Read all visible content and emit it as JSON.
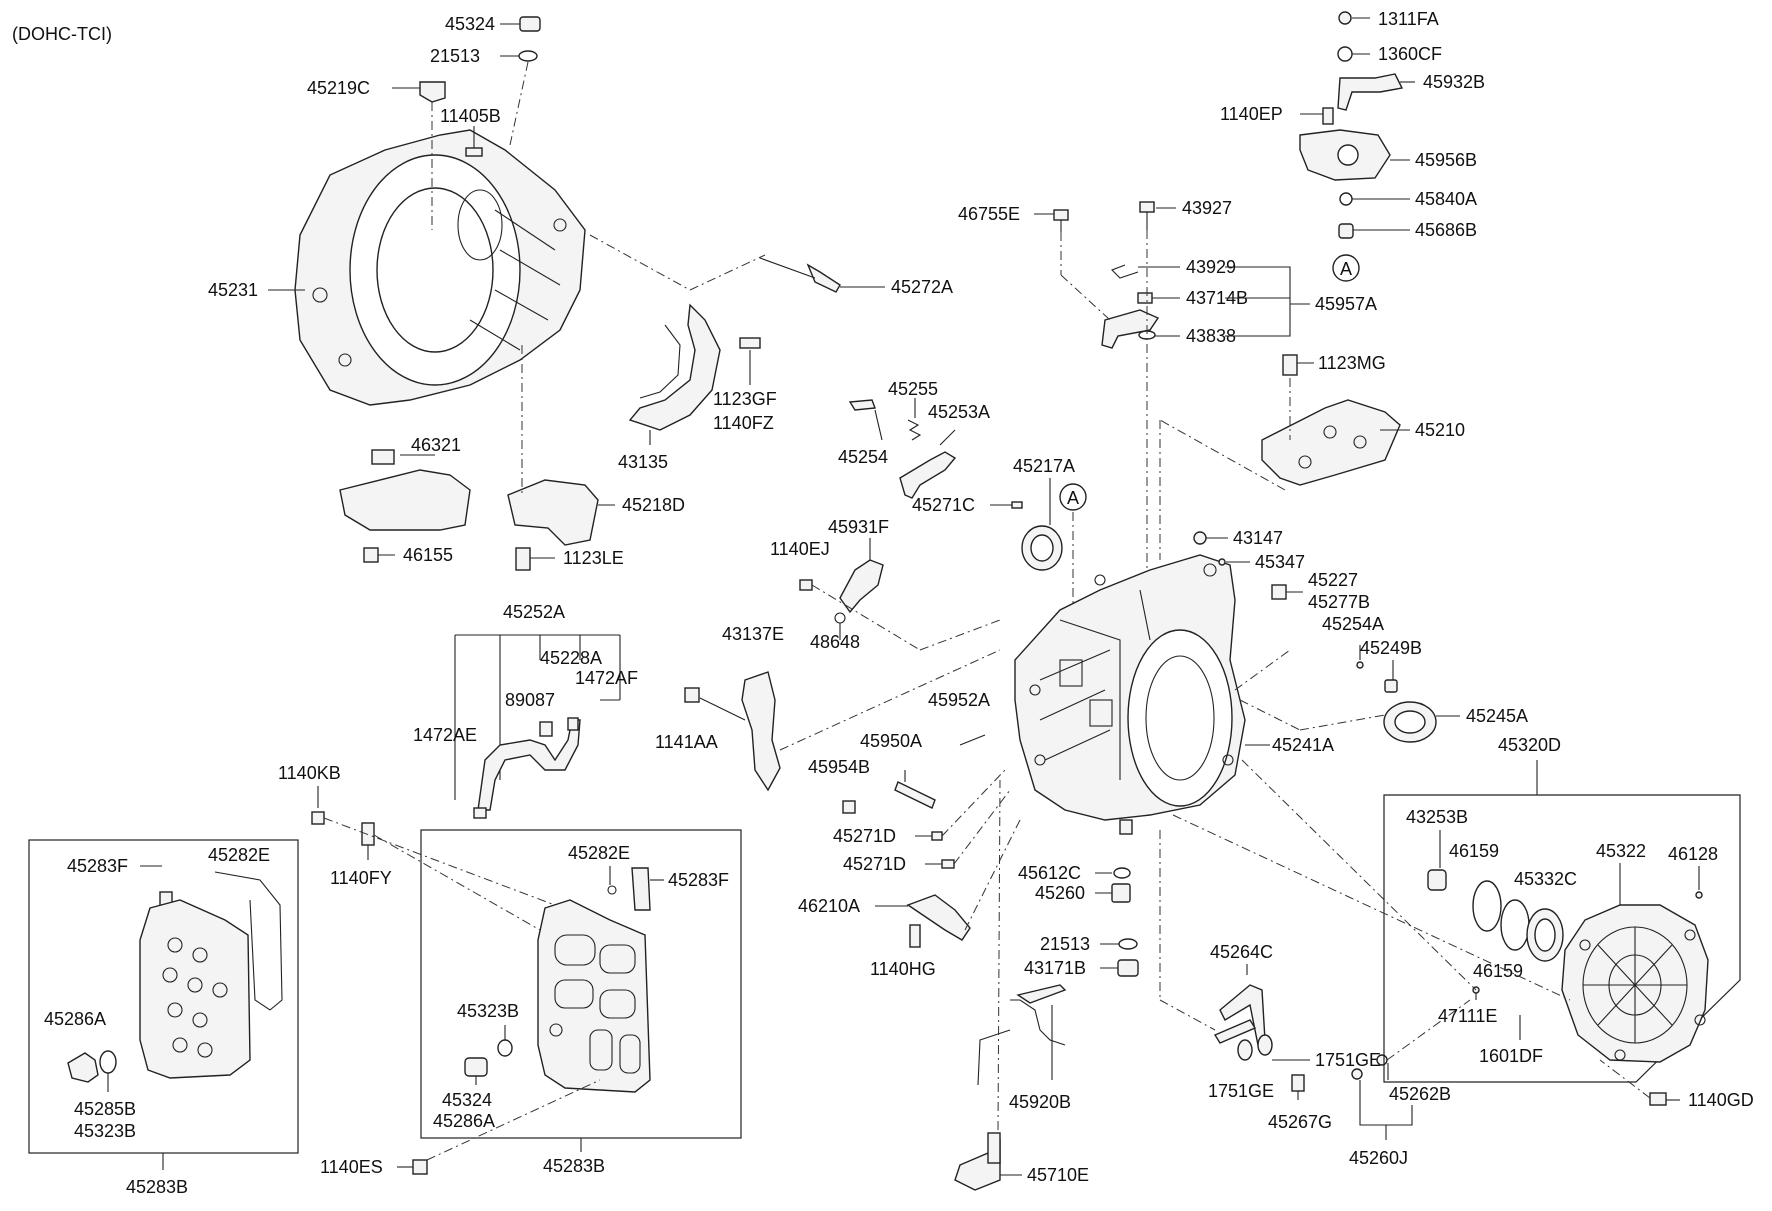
{
  "title": "(DOHC-TCI)",
  "marker_a": "A",
  "labels": {
    "p45324_top": "45324",
    "p21513_top": "21513",
    "p45219C": "45219C",
    "p11405B": "11405B",
    "p45231": "45231",
    "p45272A": "45272A",
    "p1123GF": "1123GF",
    "p1140FZ": "1140FZ",
    "p43135": "43135",
    "p46321": "46321",
    "p45218D": "45218D",
    "p46155": "46155",
    "p1123LE": "1123LE",
    "p1311FA": "1311FA",
    "p1360CF": "1360CF",
    "p45932B": "45932B",
    "p1140EP": "1140EP",
    "p45956B": "45956B",
    "p45840A": "45840A",
    "p45686B": "45686B",
    "p46755E": "46755E",
    "p43927": "43927",
    "p43929": "43929",
    "p43714B": "43714B",
    "p45957A": "45957A",
    "p43838": "43838",
    "p1123MG": "1123MG",
    "p45210": "45210",
    "p45255": "45255",
    "p45253A": "45253A",
    "p45254": "45254",
    "p45217A": "45217A",
    "p45271C": "45271C",
    "p45931F": "45931F",
    "p1140EJ": "1140EJ",
    "p48648": "48648",
    "p43147": "43147",
    "p45347": "45347",
    "p45227": "45227",
    "p45277B": "45277B",
    "p45254A": "45254A",
    "p45249B": "45249B",
    "p45245A": "45245A",
    "p45241A": "45241A",
    "p43137E": "43137E",
    "p1141AA": "1141AA",
    "p45952A": "45952A",
    "p45950A": "45950A",
    "p45954B": "45954B",
    "p45271D_1": "45271D",
    "p45271D_2": "45271D",
    "p46210A": "46210A",
    "p1140HG": "1140HG",
    "p45612C": "45612C",
    "p45260": "45260",
    "p21513_mid": "21513",
    "p43171B": "43171B",
    "p45252A": "45252A",
    "p45228A": "45228A",
    "p89087": "89087",
    "p1472AF": "1472AF",
    "p1472AE": "1472AE",
    "p1140KB": "1140KB",
    "p1140FY": "1140FY",
    "p45283F_left": "45283F",
    "p45282E_left": "45282E",
    "p45286A_left": "45286A",
    "p45285B": "45285B",
    "p45323B_left": "45323B",
    "p45283B_left": "45283B",
    "p45282E_mid": "45282E",
    "p45283F_mid": "45283F",
    "p45323B_mid": "45323B",
    "p45324_mid": "45324",
    "p45286A_mid": "45286A",
    "p45283B_mid": "45283B",
    "p1140ES": "1140ES",
    "p45264C": "45264C",
    "p1751GE_1": "1751GE",
    "p1751GE_2": "1751GE",
    "p45267G": "45267G",
    "p45920B": "45920B",
    "p45710E": "45710E",
    "p45262B": "45262B",
    "p45260J": "45260J",
    "p45320D": "45320D",
    "p43253B": "43253B",
    "p46159_1": "46159",
    "p45332C": "45332C",
    "p45322": "45322",
    "p46128": "46128",
    "p46159_2": "46159",
    "p47111E": "47111E",
    "p1601DF": "1601DF",
    "p1140GD": "1140GD"
  }
}
